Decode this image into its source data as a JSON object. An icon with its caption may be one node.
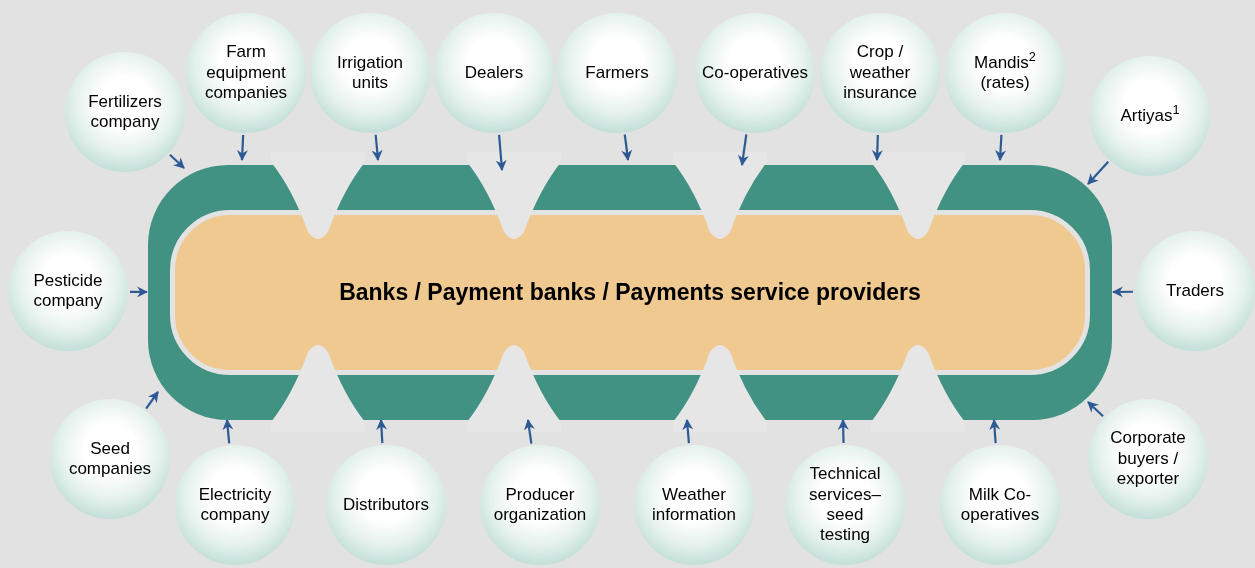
{
  "diagram": {
    "nodes": [
      {
        "text": [
          "Banks / Payment banks / Payments service providers"
        ]
      },
      {
        "text": [
          "Fertilizers company"
        ]
      },
      {
        "text": [
          "Farm equipment companies"
        ]
      },
      {
        "text": [
          "Irrigation units"
        ]
      },
      {
        "text": [
          "Dealers"
        ]
      },
      {
        "text": [
          "Farmers"
        ]
      },
      {
        "text": [
          "Co-operatives"
        ]
      },
      {
        "text": [
          "Crop / weather insurance"
        ]
      },
      {
        "text": [
          "Mandis$^{2}$ (rates)"
        ]
      },
      {
        "text": [
          "Artiyas$^{1}$"
        ]
      },
      {
        "text": [
          "Pesticide company"
        ]
      },
      {
        "text": [
          "Traders"
        ]
      },
      {
        "text": [
          "Seed companies"
        ]
      },
      {
        "text": [
          "Electricity company"
        ]
      },
      {
        "text": [
          "Distributors"
        ]
      },
      {
        "text": [
          "Producer organization"
        ]
      },
      {
        "text": [
          "Weather information"
        ]
      },
      {
        "text": [
          "Technical services– seed testing"
        ]
      },
      {
        "text": [
          "Milk Co- operatives"
        ]
      },
      {
        "text": [
          "Corporate buyers / exporter"
        ]
      }
    ],
    "edges": [
      {
        "from": 1,
        "to": 0,
        "arrow": "to"
      },
      {
        "from": 2,
        "to": 0,
        "arrow": "to"
      },
      {
        "from": 3,
        "to": 0,
        "arrow": "to"
      },
      {
        "from": 4,
        "to": 0,
        "arrow": "to"
      },
      {
        "from": 5,
        "to": 0,
        "arrow": "to"
      },
      {
        "from": 6,
        "to": 0,
        "arrow": "to"
      },
      {
        "from": 7,
        "to": 0,
        "arrow": "to"
      },
      {
        "from": 8,
        "to": 0,
        "arrow": "to"
      },
      {
        "from": 9,
        "to": 0,
        "arrow": "to"
      },
      {
        "from": 10,
        "to": 0,
        "arrow": "to"
      },
      {
        "from": 11,
        "to": 0,
        "arrow": "to"
      },
      {
        "from": 12,
        "to": 0,
        "arrow": "to"
      },
      {
        "from": 13,
        "to": 0,
        "arrow": "to"
      },
      {
        "from": 14,
        "to": 0,
        "arrow": "to"
      },
      {
        "from": 15,
        "to": 0,
        "arrow": "to"
      },
      {
        "from": 16,
        "to": 0,
        "arrow": "to"
      },
      {
        "from": 17,
        "to": 0,
        "arrow": "to"
      },
      {
        "from": 18,
        "to": 0,
        "arrow": "to"
      },
      {
        "from": 19,
        "to": 0,
        "arrow": "to"
      }
    ]
  }
}
